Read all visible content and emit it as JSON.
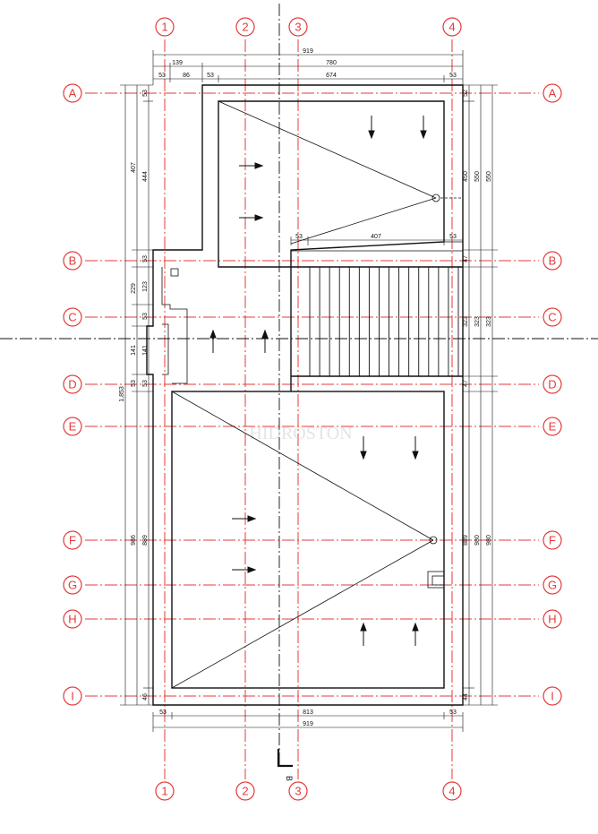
{
  "grid": {
    "columns": [
      "1",
      "2",
      "3",
      "4"
    ],
    "rows": [
      "A",
      "B",
      "C",
      "D",
      "E",
      "F",
      "G",
      "H",
      "I"
    ]
  },
  "dimensions": {
    "top": [
      "919",
      "780",
      "139",
      "86",
      "53",
      "674",
      "53",
      "53"
    ],
    "bottom": [
      "919",
      "813",
      "53",
      "53"
    ],
    "left": [
      "1,853",
      "407",
      "444",
      "53",
      "53",
      "229",
      "123",
      "53",
      "141",
      "141",
      "53",
      "53",
      "986",
      "889",
      "46"
    ],
    "right": [
      "52",
      "450",
      "550",
      "550",
      "47",
      "323",
      "323",
      "323",
      "47",
      "889",
      "980",
      "980",
      "44"
    ],
    "upper_landing": [
      "53",
      "407",
      "53"
    ]
  },
  "section_marker": "B",
  "watermark": "HIDROSTON"
}
